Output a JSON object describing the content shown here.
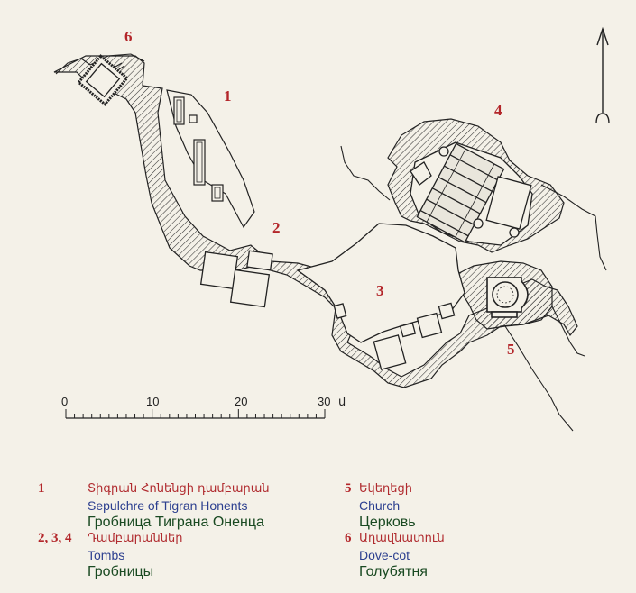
{
  "plan_labels": [
    "1",
    "2",
    "3",
    "4",
    "5",
    "6"
  ],
  "scale": {
    "ticks": [
      "0",
      "10",
      "20",
      "30"
    ],
    "unit": "մ"
  },
  "legend": [
    {
      "number": "1",
      "armenian": "Տիգրան Հոնենցի դամբարան",
      "english": "Sepulchre of Tigran Honents",
      "russian": "Гробница Тиграна Оненца"
    },
    {
      "number": "2, 3, 4",
      "armenian": "Դամբարաններ",
      "english": "Tombs",
      "russian": "Гробницы"
    },
    {
      "number": "5",
      "armenian": "Եկեղեցի",
      "english": "Church",
      "russian": "Церковь"
    },
    {
      "number": "6",
      "armenian": "Աղավնատուն",
      "english": "Dove-cot",
      "russian": "Голубятня"
    }
  ],
  "colors": {
    "number": "#b3262a",
    "english": "#2c3f8f",
    "russian": "#1a4a22",
    "ink": "#222222",
    "background": "#f4f1e8"
  },
  "icons": [
    "north-arrow-icon"
  ]
}
